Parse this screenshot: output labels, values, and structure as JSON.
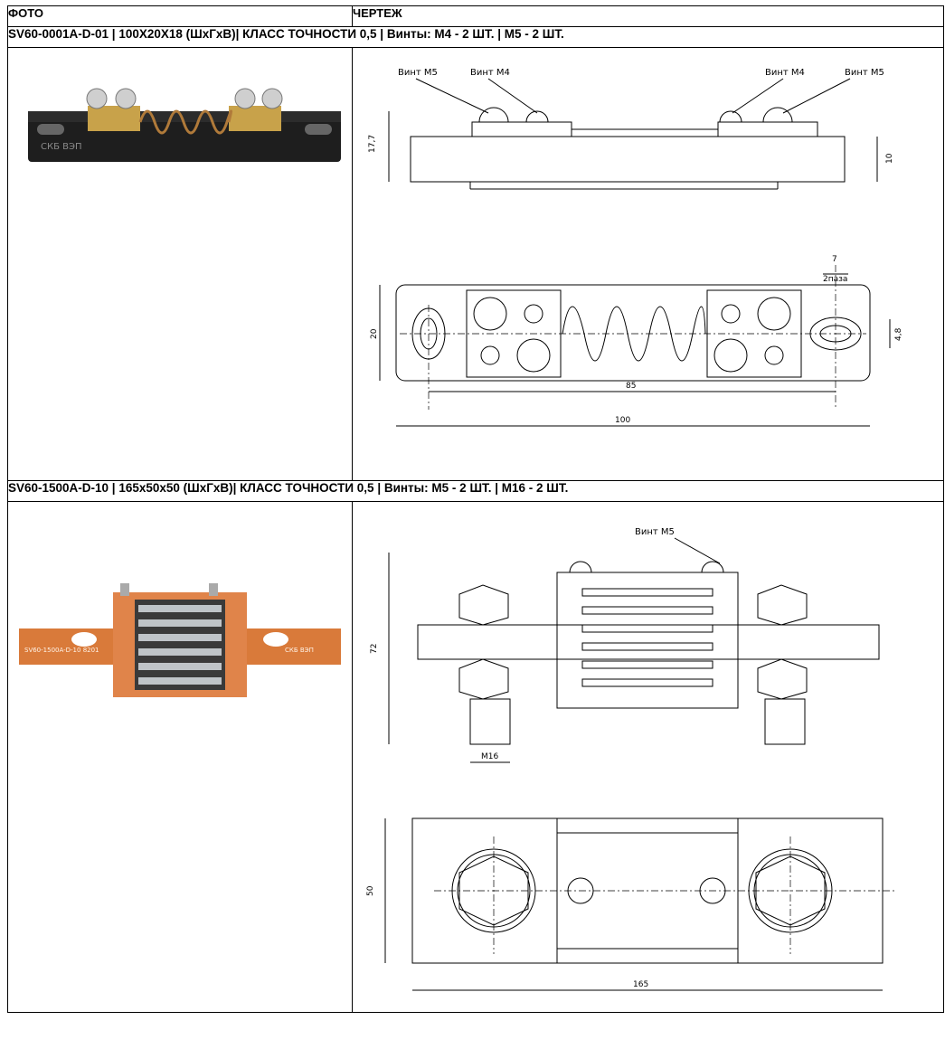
{
  "headers": {
    "photo": "ФОТО",
    "drawing": "ЧЕРТЕЖ"
  },
  "items": [
    {
      "spec": "SV60-0001A-D-01  |  100X20X18 (ШхГхВ)|  КЛАСС ТОЧНОСТИ 0,5  |  Винты: М4 - 2 ШТ.  |  М5 - 2 ШТ.",
      "photo_marking": "СКБ ВЭП",
      "labels": {
        "screw_m5_left": "Винт М5",
        "screw_m4_left": "Винт М4",
        "screw_m4_right": "Винт М4",
        "screw_m5_right": "Винт М5"
      },
      "dims": {
        "height": "17,7",
        "base_height": "10",
        "width": "20",
        "slot_width": "7",
        "slots": "2паза",
        "slot_height": "4,8",
        "hole_span": "85",
        "length": "100"
      }
    },
    {
      "spec": "SV60-1500A-D-10  |  165x50x50 (ШхГхВ)|  КЛАСС ТОЧНОСТИ 0,5  |  Винты: М5 - 2 ШТ.  |  М16 - 2 ШТ.",
      "photo_marking": "SV60-1500A-D-10   8201",
      "photo_marking_right": "СКБ ВЭП",
      "labels": {
        "screw_m5": "Винт М5",
        "thread": "М16"
      },
      "dims": {
        "height": "72",
        "depth": "50",
        "length": "165"
      }
    }
  ]
}
